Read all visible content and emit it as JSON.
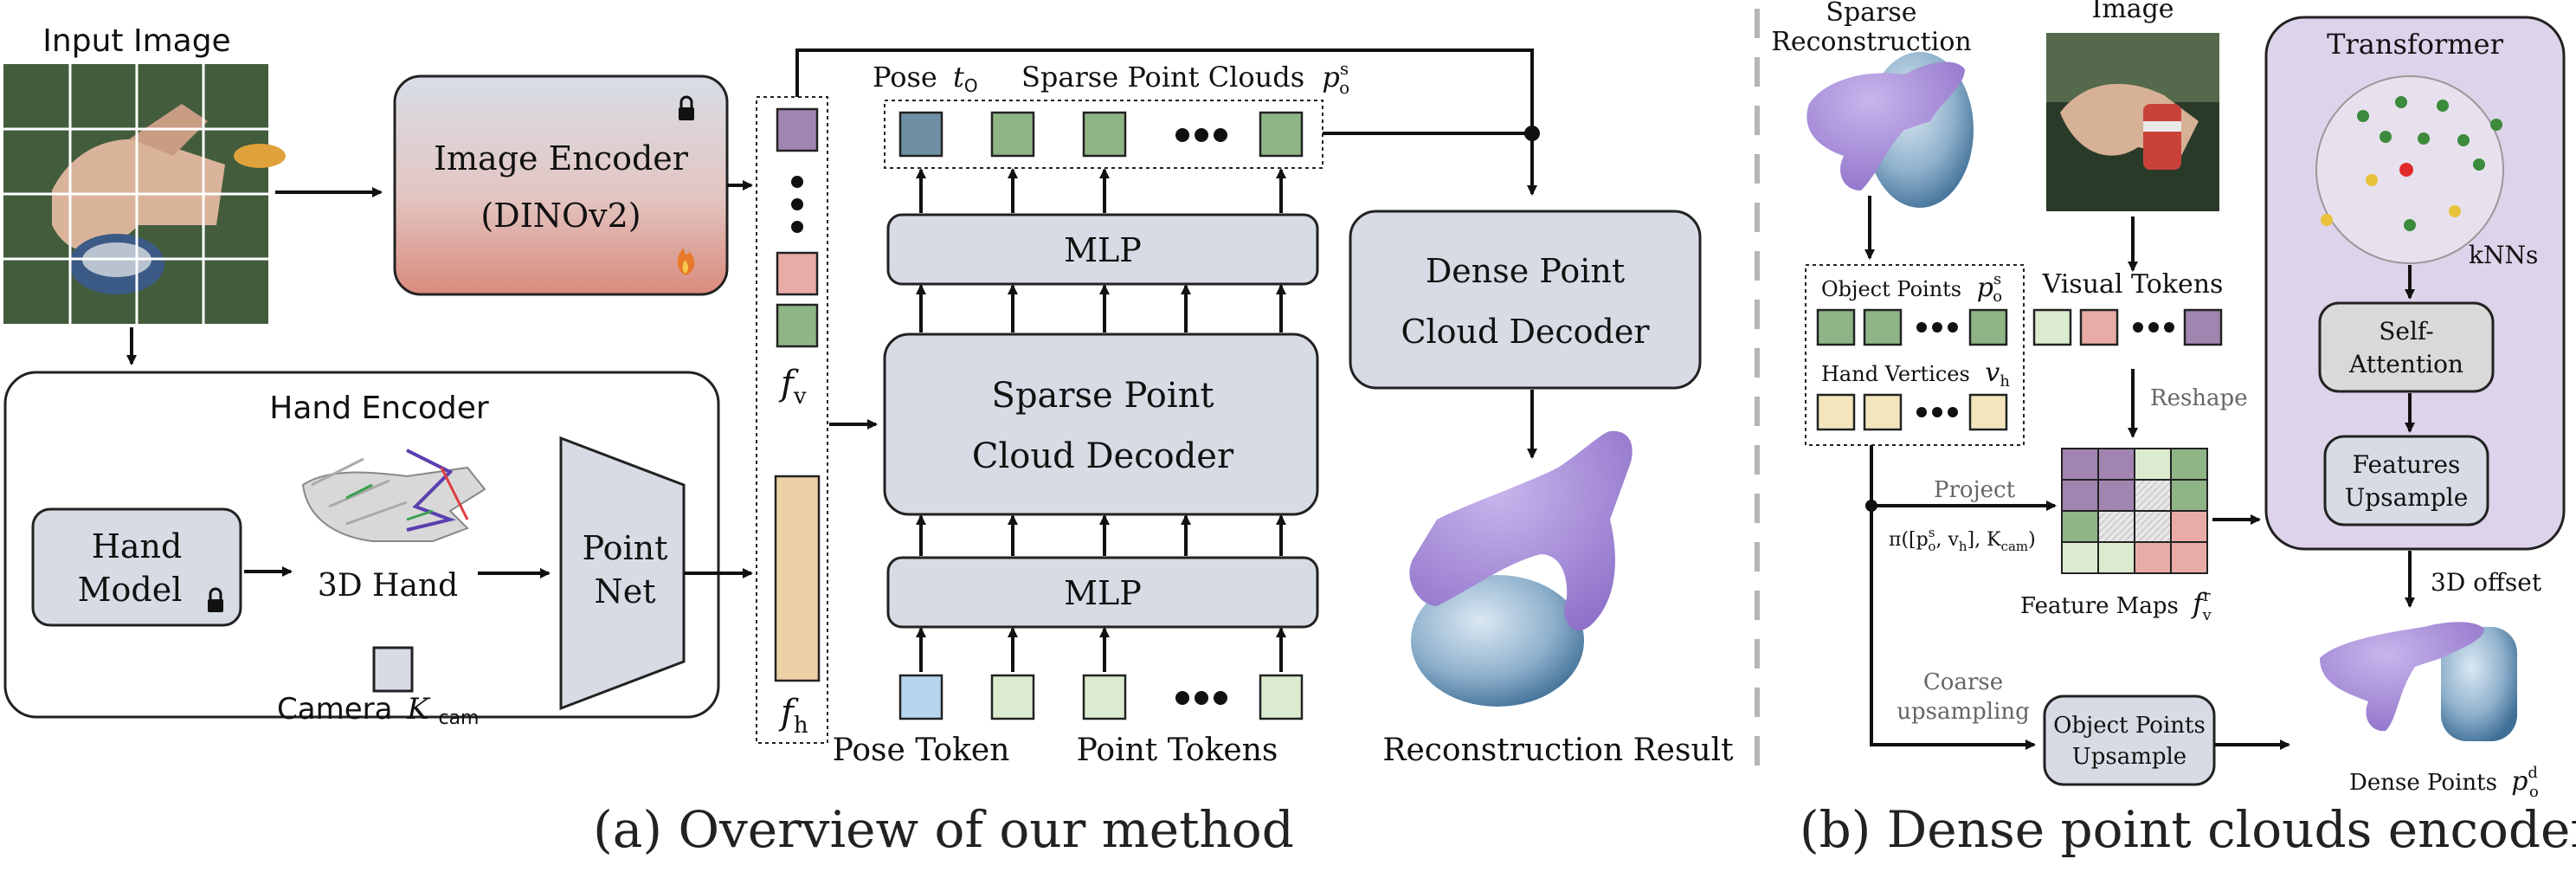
{
  "left": {
    "input_image_label": "Input Image",
    "image_encoder": {
      "line1": "Image Encoder",
      "line2": "(DINOv2)"
    },
    "hand_encoder_title": "Hand Encoder",
    "hand_model": {
      "line1": "Hand",
      "line2": "Model"
    },
    "hand_3d_label": "3D Hand",
    "point_net": {
      "line1": "Point",
      "line2": "Net"
    },
    "camera": {
      "label": "Camera",
      "symbol": "K",
      "sub": "cam"
    },
    "fv": {
      "symbol": "f",
      "sub": "v"
    },
    "fh": {
      "symbol": "f",
      "sub": "h"
    },
    "pose_label": {
      "text": "Pose",
      "symbol": "t",
      "sub": "O"
    },
    "sparse_label": {
      "text": "Sparse Point Clouds",
      "symbol": "p",
      "sup": "s",
      "sub": "o"
    },
    "mlp_top": "MLP",
    "sparse_decoder": {
      "line1": "Sparse Point",
      "line2": "Cloud Decoder"
    },
    "mlp_bottom": "MLP",
    "pose_token": "Pose Token",
    "point_tokens": "Point Tokens",
    "dense_decoder": {
      "line1": "Dense Point",
      "line2": "Cloud Decoder"
    },
    "result_label": "Reconstruction Result",
    "caption": "(a) Overview of our method"
  },
  "right": {
    "sparse_recon": {
      "line1": "Sparse",
      "line2": "Reconstruction"
    },
    "image_label": "Image",
    "object_points": {
      "text": "Object Points",
      "symbol": "p",
      "sup": "s",
      "sub": "o"
    },
    "hand_vertices": {
      "text": "Hand Vertices",
      "symbol": "v",
      "sub": "h"
    },
    "visual_tokens": "Visual Tokens",
    "reshape": "Reshape",
    "project": "Project",
    "projection_formula": "π([p",
    "projection_rest": ", v",
    "projection_end": "], K",
    "projection_close": ")",
    "feature_maps": {
      "text": "Feature Maps",
      "symbol": "f",
      "sup": "r",
      "sub": "v"
    },
    "coarse": {
      "line1": "Coarse",
      "line2": "upsampling"
    },
    "object_upsample": {
      "line1": "Object Points",
      "line2": "Upsample"
    },
    "dense_points": {
      "text": "Dense Points",
      "symbol": "p",
      "sup": "d",
      "sub": "o"
    },
    "transformer": "Transformer",
    "knns": "kNNs",
    "self_attention": {
      "line1": "Self-",
      "line2": "Attention"
    },
    "features_upsample": {
      "line1": "Features",
      "line2": "Upsample"
    },
    "offset": "3D offset",
    "caption": "(b) Dense point clouds encoder"
  },
  "colors": {
    "purple": "#a184b0",
    "pink": "#e8aba6",
    "green": "#8fb486",
    "blue_gray": "#6e8fa4",
    "light_blue": "#b7d6ee",
    "light_green": "#dbebcf",
    "yellow": "#f3e6bd",
    "tan": "#ecd0a6",
    "box_fill": "#d6dbe4",
    "transformer_bg": "#ddd3ea",
    "hand_purple": "#a98fd6",
    "cloud_blue": "#7ea6c6"
  }
}
